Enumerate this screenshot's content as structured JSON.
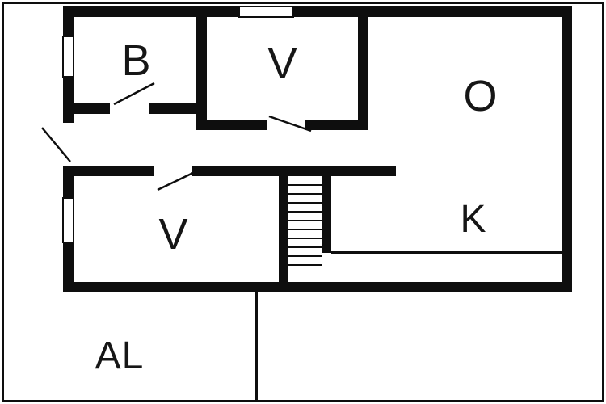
{
  "plan": {
    "colors": {
      "wall": "#0e0e0e",
      "background": "#ffffff",
      "label": "#161616"
    },
    "rooms": [
      {
        "id": "b",
        "label": "B"
      },
      {
        "id": "v-top",
        "label": "V"
      },
      {
        "id": "o",
        "label": "O"
      },
      {
        "id": "v-lower",
        "label": "V"
      },
      {
        "id": "k",
        "label": "K"
      },
      {
        "id": "al",
        "label": "AL"
      }
    ]
  }
}
